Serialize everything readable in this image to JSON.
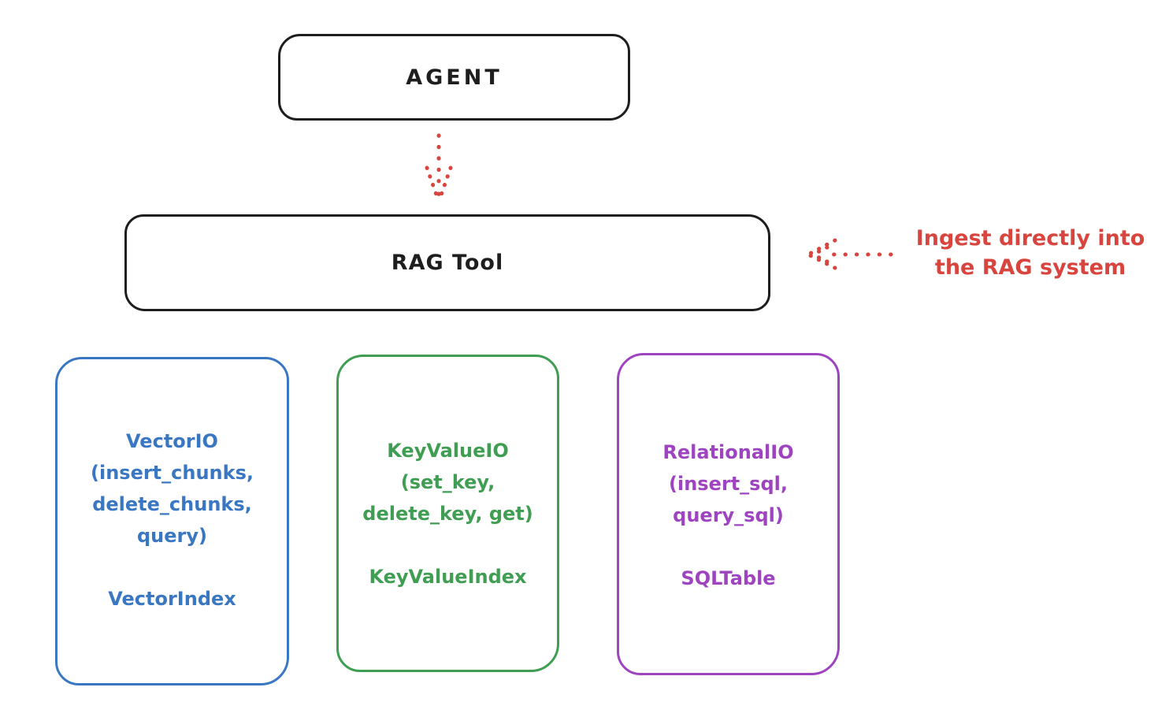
{
  "colors": {
    "ink": "#1e1e1e",
    "red": "#d8453e",
    "blue": "#3a77c2",
    "green": "#3f9e52",
    "purple": "#9e44c0",
    "background": "#ffffff"
  },
  "diagram": {
    "agent": {
      "label": "AGENT"
    },
    "rag_tool": {
      "label": "RAG Tool"
    },
    "annotation": {
      "line1": "Ingest directly into",
      "line2": "the RAG system",
      "color": "#d8453e"
    },
    "connectors": [
      {
        "id": "agent-to-ragtool",
        "style": "dotted",
        "color": "#d8453e",
        "direction": "down"
      },
      {
        "id": "annotation-to-ragtool",
        "style": "dotted",
        "color": "#d8453e",
        "direction": "left"
      }
    ],
    "backends": [
      {
        "id": "vector",
        "color": "#3a77c2",
        "title_lines": [
          "VectorIO",
          "(insert_chunks,",
          "delete_chunks,",
          "query)"
        ],
        "index_label": "VectorIndex"
      },
      {
        "id": "keyvalue",
        "color": "#3f9e52",
        "title_lines": [
          "KeyValueIO",
          "(set_key,",
          "delete_key, get)"
        ],
        "index_label": "KeyValueIndex"
      },
      {
        "id": "relational",
        "color": "#9e44c0",
        "title_lines": [
          "RelationalIO",
          "(insert_sql,",
          "query_sql)"
        ],
        "index_label": "SQLTable"
      }
    ]
  }
}
